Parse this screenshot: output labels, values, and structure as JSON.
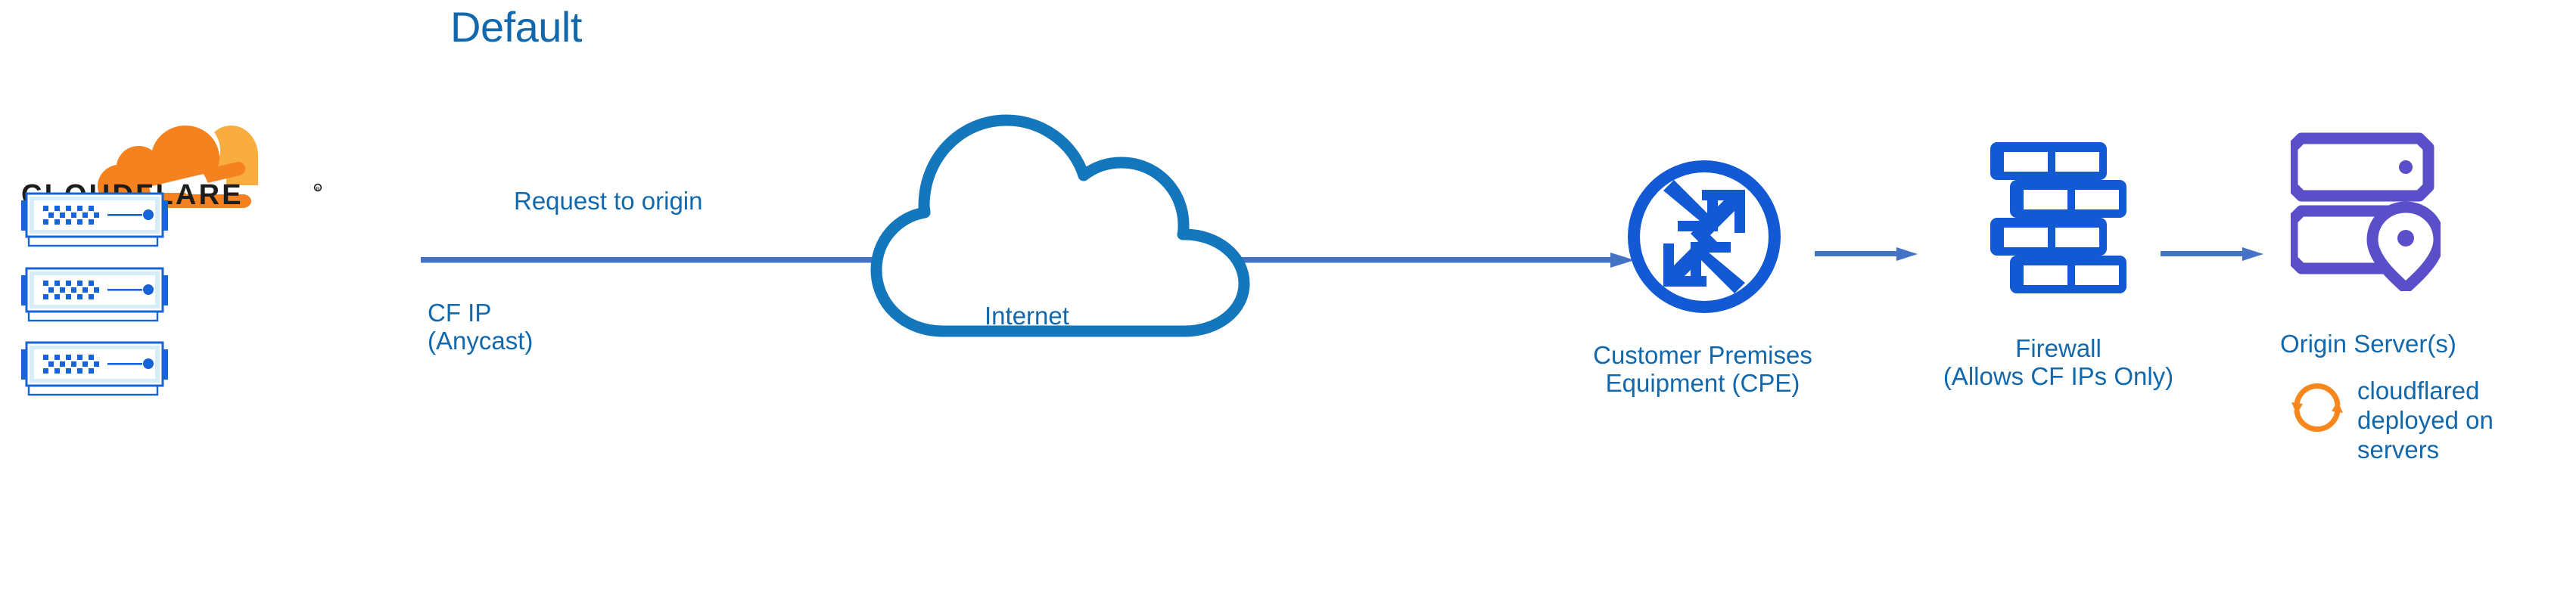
{
  "title": "Default",
  "colors": {
    "text_blue": "#1168ac",
    "arrow_blue": "#4472c4",
    "icon_blue": "#1259d3",
    "cloud_blue": "#1477bc",
    "origin_purple": "#5b4ec9",
    "cf_orange_dark": "#f6821f",
    "cf_orange_light": "#faad3f",
    "background": "#ffffff"
  },
  "nodes": {
    "cloudflare": {
      "logo_wordmark": "CLOUDFLARE",
      "logo_icon": "cloudflare-cloud-logo",
      "server_count": 3,
      "ip_label_line1": "CF IP",
      "ip_label_line2": "(Anycast)"
    },
    "internet": {
      "label": "Internet",
      "icon": "cloud-outline-icon"
    },
    "cpe": {
      "label_line1": "Customer Premises",
      "label_line2": "Equipment (CPE)",
      "icon": "router-icon"
    },
    "firewall": {
      "label_line1": "Firewall",
      "label_line2": "(Allows CF IPs Only)",
      "icon": "brick-wall-icon"
    },
    "origin": {
      "label": "Origin Server(s)",
      "icon": "server-rack-location-icon",
      "note_line1": "cloudflared",
      "note_line2": "deployed on",
      "note_line3": "servers",
      "note_icon": "sync-arrows-icon"
    }
  },
  "flow": {
    "request_label": "Request to origin",
    "arrow_count": 3
  }
}
